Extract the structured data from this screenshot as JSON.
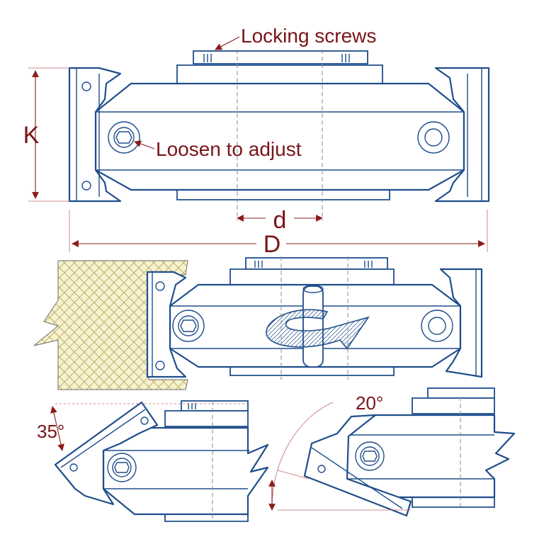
{
  "diagram": {
    "labels": {
      "locking_screws": "Locking screws",
      "loosen_to_adjust": "Loosen to adjust",
      "dim_k": "K",
      "dim_d_small": "d",
      "dim_d_large": "D",
      "angle_35": "35°",
      "angle_20": "20°"
    },
    "colors": {
      "tool_outline": "#1f4e8c",
      "annotation": "#7a1518",
      "arrow": "#8c1c1c",
      "centerline": "#8a8a8a",
      "workpiece_fill": "#f6f1cf",
      "workpiece_hatch": "#b9a95a"
    },
    "icons": [
      "hex-screw-icon",
      "locking-screw-icon",
      "rotation-arrow-icon",
      "spindle-icon",
      "workpiece-icon"
    ]
  }
}
